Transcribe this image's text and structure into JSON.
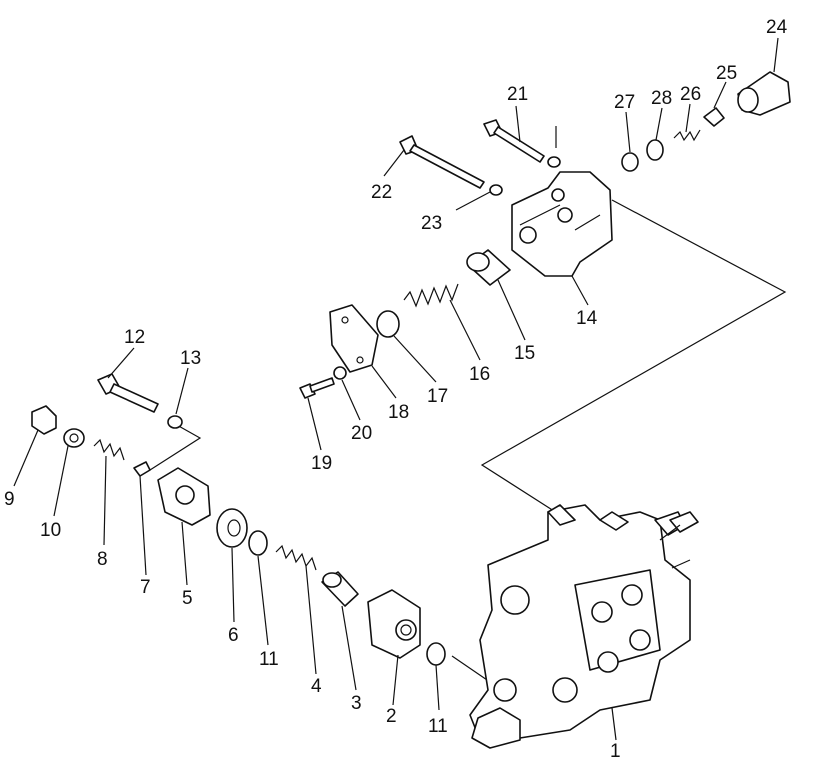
{
  "diagram": {
    "labels": [
      {
        "id": "l1",
        "text": "1"
      },
      {
        "id": "l2",
        "text": "2"
      },
      {
        "id": "l3",
        "text": "3"
      },
      {
        "id": "l4",
        "text": "4"
      },
      {
        "id": "l5",
        "text": "5"
      },
      {
        "id": "l6",
        "text": "6"
      },
      {
        "id": "l7",
        "text": "7"
      },
      {
        "id": "l8",
        "text": "8"
      },
      {
        "id": "l9",
        "text": "9"
      },
      {
        "id": "l10",
        "text": "10"
      },
      {
        "id": "l11a",
        "text": "11"
      },
      {
        "id": "l11b",
        "text": "11"
      },
      {
        "id": "l12",
        "text": "12"
      },
      {
        "id": "l13",
        "text": "13"
      },
      {
        "id": "l14",
        "text": "14"
      },
      {
        "id": "l15",
        "text": "15"
      },
      {
        "id": "l16",
        "text": "16"
      },
      {
        "id": "l17",
        "text": "17"
      },
      {
        "id": "l18",
        "text": "18"
      },
      {
        "id": "l19",
        "text": "19"
      },
      {
        "id": "l20",
        "text": "20"
      },
      {
        "id": "l21",
        "text": "21"
      },
      {
        "id": "l22",
        "text": "22"
      },
      {
        "id": "l23",
        "text": "23"
      },
      {
        "id": "l24",
        "text": "24"
      },
      {
        "id": "l25",
        "text": "25"
      },
      {
        "id": "l26",
        "text": "26"
      },
      {
        "id": "l27",
        "text": "27"
      },
      {
        "id": "l28",
        "text": "28"
      }
    ]
  }
}
